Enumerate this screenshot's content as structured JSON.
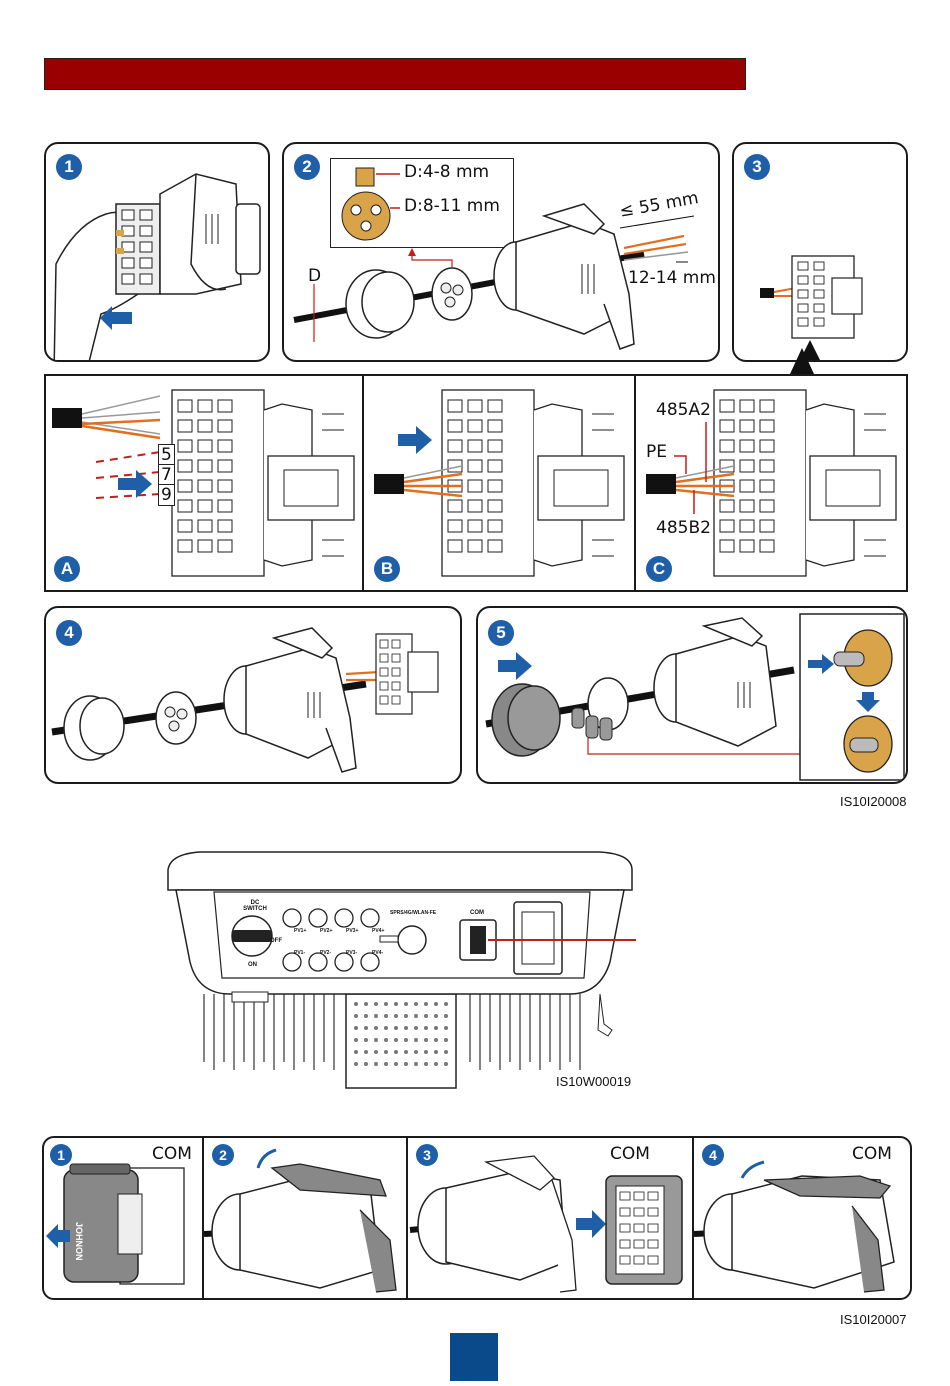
{
  "header_bar_color": "#9b0000",
  "top_figure": {
    "steps": [
      "1",
      "2",
      "3",
      "4",
      "5"
    ],
    "substeps": [
      "A",
      "B",
      "C"
    ],
    "step2": {
      "gland_small": "D:4-8 mm",
      "gland_large": "D:8-11 mm",
      "diameter": "D",
      "strip_outer": "≤ 55 mm",
      "strip_inner": "12-14 mm"
    },
    "stepA": {
      "pins": [
        "5",
        "7",
        "9"
      ]
    },
    "stepC": {
      "label_485A2": "485A2",
      "label_PE": "PE",
      "label_485B2": "485B2"
    },
    "figure_code": "IS10I20008"
  },
  "inverter_figure": {
    "dc_switch": "DC SWITCH",
    "off": "OFF",
    "on": "ON",
    "pv_labels": [
      "PV1+",
      "PV2+",
      "PV3+",
      "PV4+",
      "PV1-",
      "PV2-",
      "PV3-",
      "PV4-"
    ],
    "smart_port": "SPRS/4G/WLAN-FE",
    "com": "COM",
    "figure_code": "IS10W00019"
  },
  "bottom_figure": {
    "steps": [
      "1",
      "2",
      "3",
      "4"
    ],
    "com_labels": [
      "COM",
      "COM",
      "COM"
    ],
    "brand": "JOHNON",
    "figure_code": "IS10I20007"
  },
  "colors": {
    "accent_blue": "#1f5fa8",
    "wire_orange": "#e07020",
    "leader_red": "#c0201b",
    "page_marker": "#0b4a8a"
  }
}
